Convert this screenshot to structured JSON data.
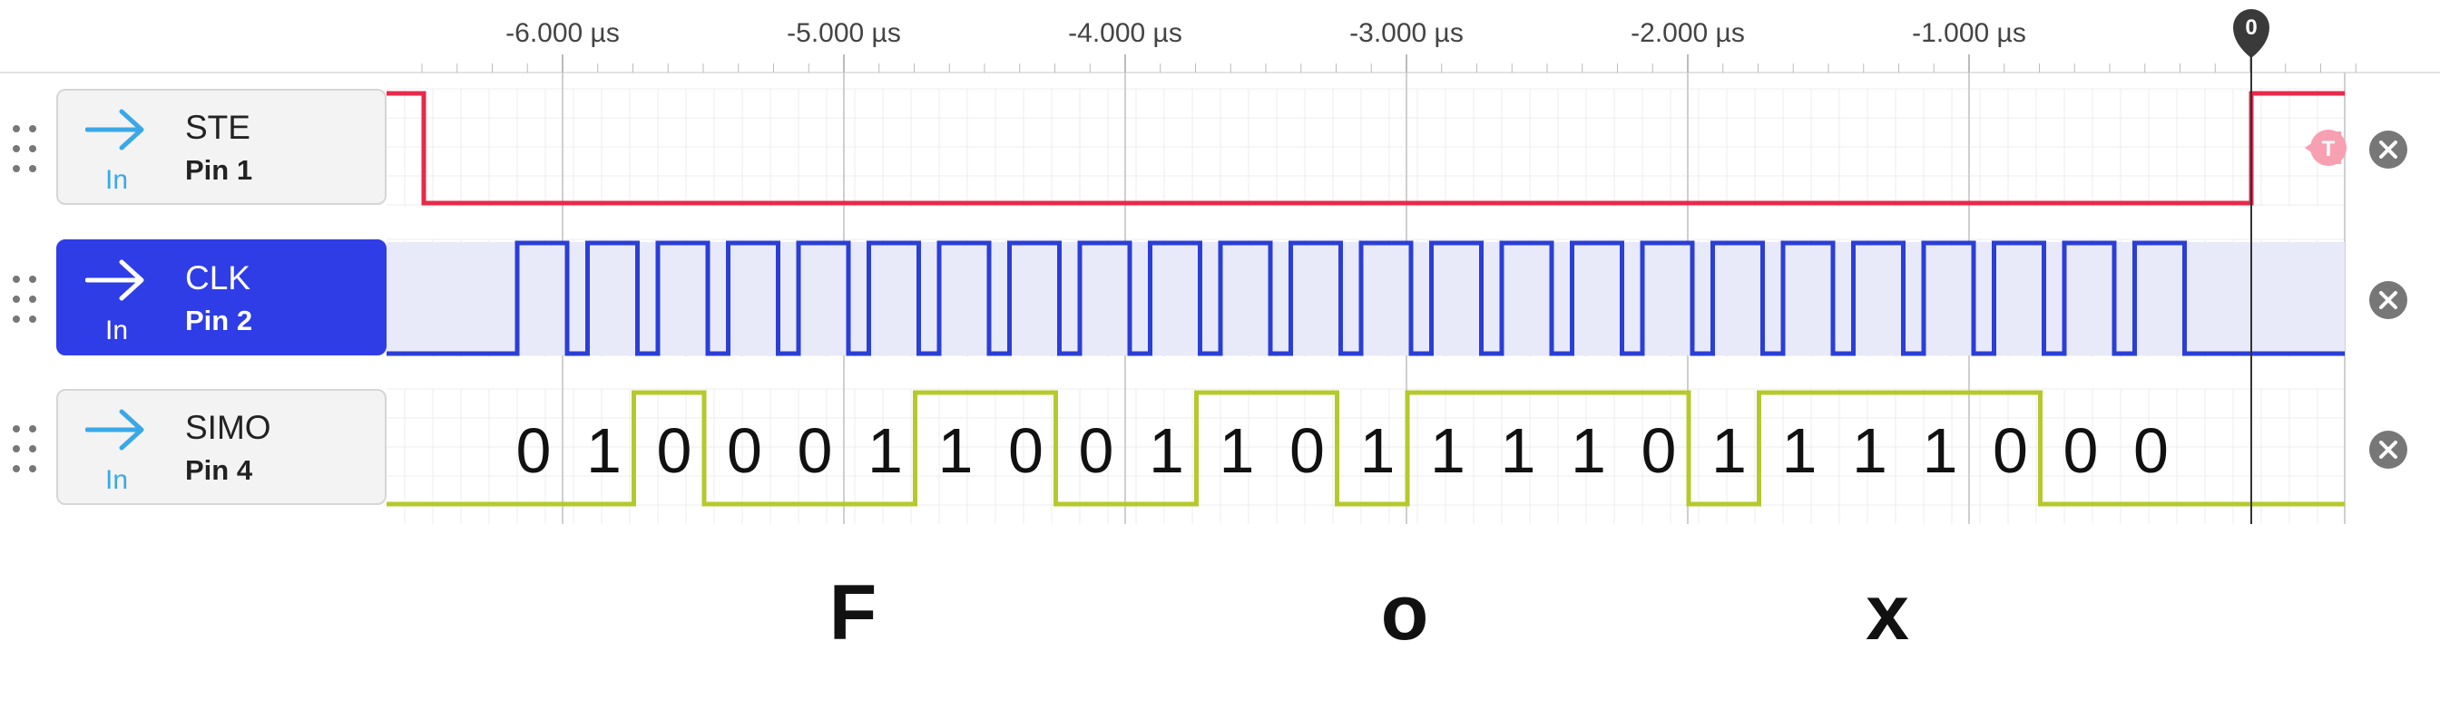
{
  "time_axis": {
    "labels": [
      "-6.000 µs",
      "-5.000 µs",
      "-4.000 µs",
      "-3.000 µs",
      "-2.000 µs",
      "-1.000 µs"
    ],
    "cursor_label": "0"
  },
  "channels": [
    {
      "name": "STE",
      "pin": "Pin 1",
      "direction": "In",
      "selected": false,
      "color": "#e8294a"
    },
    {
      "name": "CLK",
      "pin": "Pin 2",
      "direction": "In",
      "selected": true,
      "color": "#2b3ed6"
    },
    {
      "name": "SIMO",
      "pin": "Pin 4",
      "direction": "In",
      "selected": false,
      "color": "#b5c92c"
    }
  ],
  "trigger_label": "T",
  "simo_bits": [
    "0",
    "1",
    "0",
    "0",
    "0",
    "1",
    "1",
    "0",
    "0",
    "1",
    "1",
    "0",
    "1",
    "1",
    "1",
    "1",
    "0",
    "1",
    "1",
    "1",
    "1",
    "0",
    "0",
    "0"
  ],
  "decoded_chars": [
    "F",
    "o",
    "x"
  ],
  "colors": {
    "accent": "#2f3de6",
    "ste": "#e8294a",
    "clk": "#2b3ed6",
    "simo": "#b5c92c",
    "arrow": "#3aa8e6"
  }
}
